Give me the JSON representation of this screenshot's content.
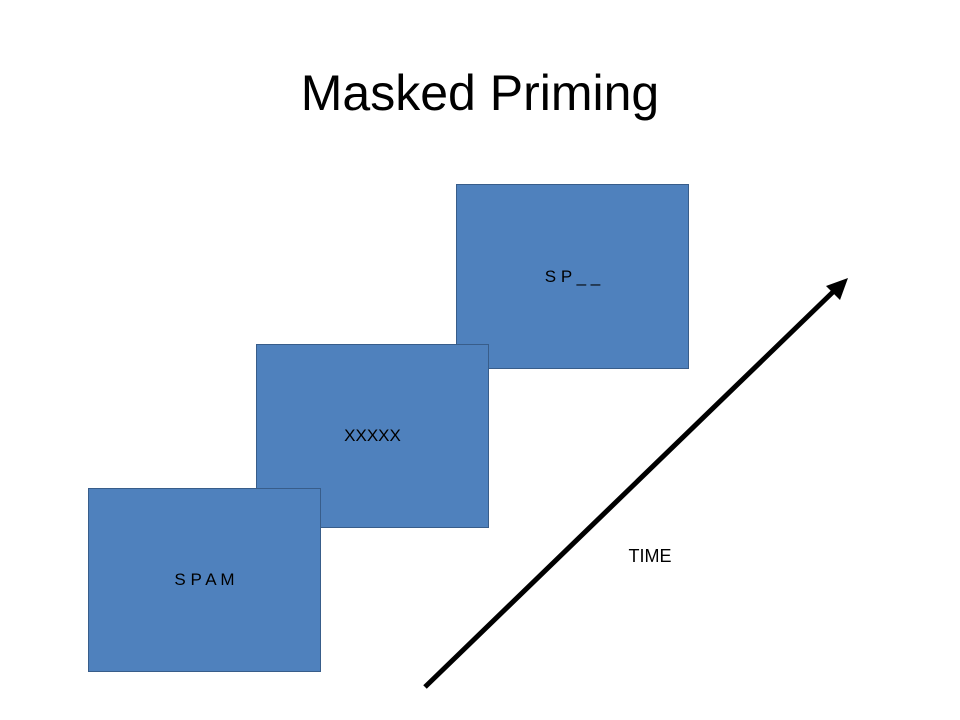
{
  "title": "Masked Priming",
  "frames": [
    {
      "label": "S P A M"
    },
    {
      "label": "XXXXX"
    },
    {
      "label": "S P _ _"
    }
  ],
  "arrow": {
    "label": "TIME",
    "color": "#000000"
  },
  "colors": {
    "frame_fill": "#4f81bd",
    "frame_border": "#385d8a"
  }
}
